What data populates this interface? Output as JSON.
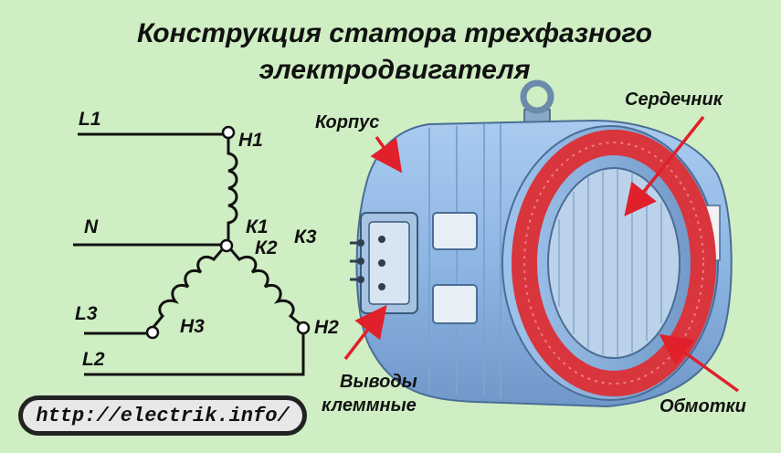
{
  "title_line1": "Конструкция статора трехфазного",
  "title_line2": "электродвигателя",
  "schematic": {
    "L1": "L1",
    "N": "N",
    "L3": "L3",
    "L2": "L2",
    "H1": "Н1",
    "K1": "К1",
    "K2": "К2",
    "K3": "К3",
    "H3": "Н3",
    "H2": "Н2"
  },
  "parts": {
    "housing": "Корпус",
    "core": "Сердечник",
    "terminals_line1": "Выводы",
    "terminals_line2": "клеммные",
    "windings": "Обмотки"
  },
  "url": "http://electrik.info/",
  "colors": {
    "background": "#cfeec3",
    "housing": "#8fb8e3",
    "winding": "#d8353d",
    "arrow": "#e0202a"
  }
}
